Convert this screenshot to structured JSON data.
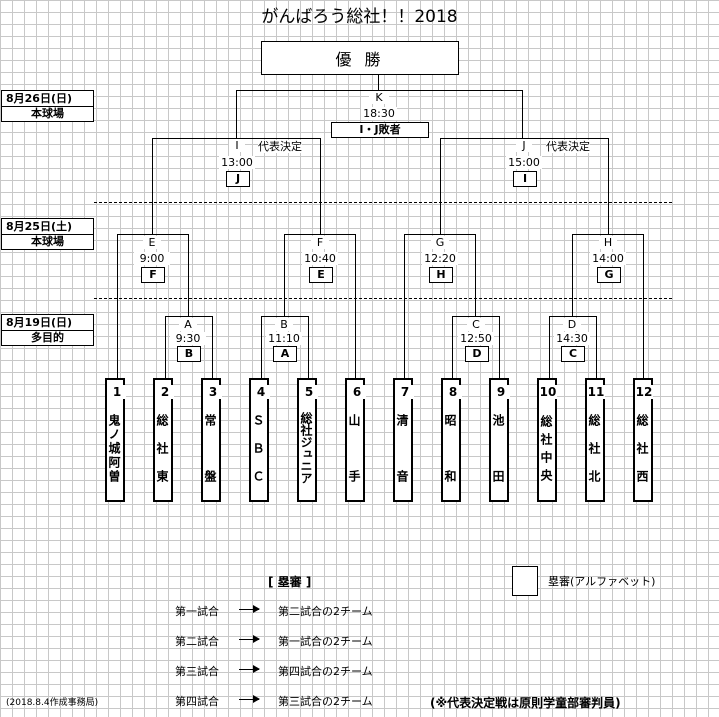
{
  "title": "がんばろう総社！！2018",
  "champion": "優 勝",
  "dates": [
    {
      "date": "8月26日(日)",
      "venue": "本球場"
    },
    {
      "date": "8月25日(土)",
      "venue": "本球場"
    },
    {
      "date": "8月19日(日)",
      "venue": "多目的"
    }
  ],
  "final": {
    "id": "K",
    "time": "18:30",
    "referee": "I・J敗者"
  },
  "semis": [
    {
      "id": "I",
      "note": "代表決定",
      "time": "13:00",
      "referee": "J"
    },
    {
      "id": "J",
      "note": "代表決定",
      "time": "15:00",
      "referee": "I"
    }
  ],
  "round2": [
    {
      "id": "E",
      "time": "9:00",
      "referee": "F"
    },
    {
      "id": "F",
      "time": "10:40",
      "referee": "E"
    },
    {
      "id": "G",
      "time": "12:20",
      "referee": "H"
    },
    {
      "id": "H",
      "time": "14:00",
      "referee": "G"
    }
  ],
  "round1": [
    {
      "id": "A",
      "time": "9:30",
      "referee": "B"
    },
    {
      "id": "B",
      "time": "11:10",
      "referee": "A"
    },
    {
      "id": "C",
      "time": "12:50",
      "referee": "D"
    },
    {
      "id": "D",
      "time": "14:30",
      "referee": "C"
    }
  ],
  "teams": [
    {
      "num": "1",
      "name": "鬼ノ城阿曽"
    },
    {
      "num": "2",
      "name": "総　社　東"
    },
    {
      "num": "3",
      "name": "常　　　盤"
    },
    {
      "num": "4",
      "name": "Ｓ　Ｂ　Ｃ"
    },
    {
      "num": "5",
      "name": "総社ジュニア"
    },
    {
      "num": "6",
      "name": "山　　　手"
    },
    {
      "num": "7",
      "name": "清　　　音"
    },
    {
      "num": "8",
      "name": "昭　　　和"
    },
    {
      "num": "9",
      "name": "池　　　田"
    },
    {
      "num": "10",
      "name": "総社中央"
    },
    {
      "num": "11",
      "name": "総　社　北"
    },
    {
      "num": "12",
      "name": "総　社　西"
    }
  ],
  "legend": {
    "title": "[ 塁審 ]",
    "box_label": "塁審(アルファベット)",
    "rules": [
      {
        "from": "第一試合",
        "to": "第二試合の2チーム"
      },
      {
        "from": "第二試合",
        "to": "第一試合の2チーム"
      },
      {
        "from": "第三試合",
        "to": "第四試合の2チーム"
      },
      {
        "from": "第四試合",
        "to": "第三試合の2チーム"
      }
    ]
  },
  "footer_left": "(2018.8.4作成事務局)",
  "footer_note": "(※代表決定戦は原則学童部審判員)"
}
